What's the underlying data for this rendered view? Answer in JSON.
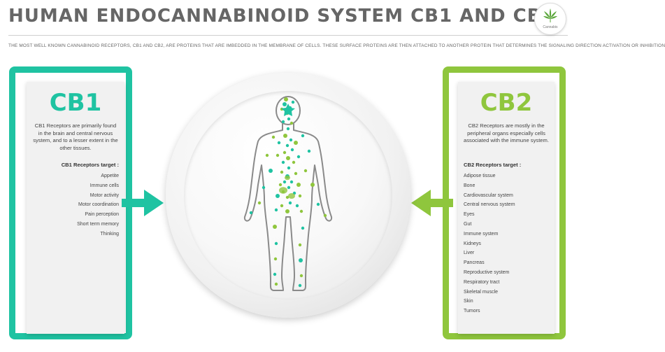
{
  "header": {
    "title": "HUMAN ENDOCANNABINOID SYSTEM CB1 AND CB2",
    "subtitle": "THE MOST WELL KNOWN CANNABINOID RECEPTORS, CB1 AND CB2, ARE PROTEINS THAT ARE IMBEDDED IN THE MEMBRANE OF CELLS. THESE SURFACE PROTEINS ARE THEN ATTACHED TO ANOTHER PROTEIN THAT DETERMINES THE SIGNALING DIRECTION ACTIVATION OR INHIBITION",
    "logo_text": "Cannabis",
    "logo_icon": "cannabis-leaf-icon"
  },
  "colors": {
    "cb1": "#1fc3a2",
    "cb2": "#8fc63d",
    "title": "#666666",
    "body_outline": "#8a8a8a"
  },
  "cb1": {
    "title": "CB1",
    "description": "CB1 Receptors are primarily found in the brain and central nervous system, and to a lesser extent in the other tissues.",
    "targets_heading": "CB1 Receptors target :",
    "targets": [
      "Appetite",
      "Immune cells",
      "Motor activity",
      "Motor coordination",
      "Pain perception",
      "Short term memory",
      "Thinking"
    ]
  },
  "cb2": {
    "title": "CB2",
    "description": "CB2 Receptors are mostly in the peripheral organs especially cells associated with the immune system.",
    "targets_heading": "CB2 Receptors target :",
    "targets": [
      "Adipose tissue",
      "Bone",
      "Cardiovascular system",
      "Central nervous system",
      "Eyes",
      "Gut",
      "Immune system",
      "Kidneys",
      "Liver",
      "Pancreas",
      "Reproductive system",
      "Respiratory tract",
      "Skeletal muscle",
      "Skin",
      "Tumors"
    ]
  },
  "figure": {
    "icon": "human-body-outline-icon"
  }
}
